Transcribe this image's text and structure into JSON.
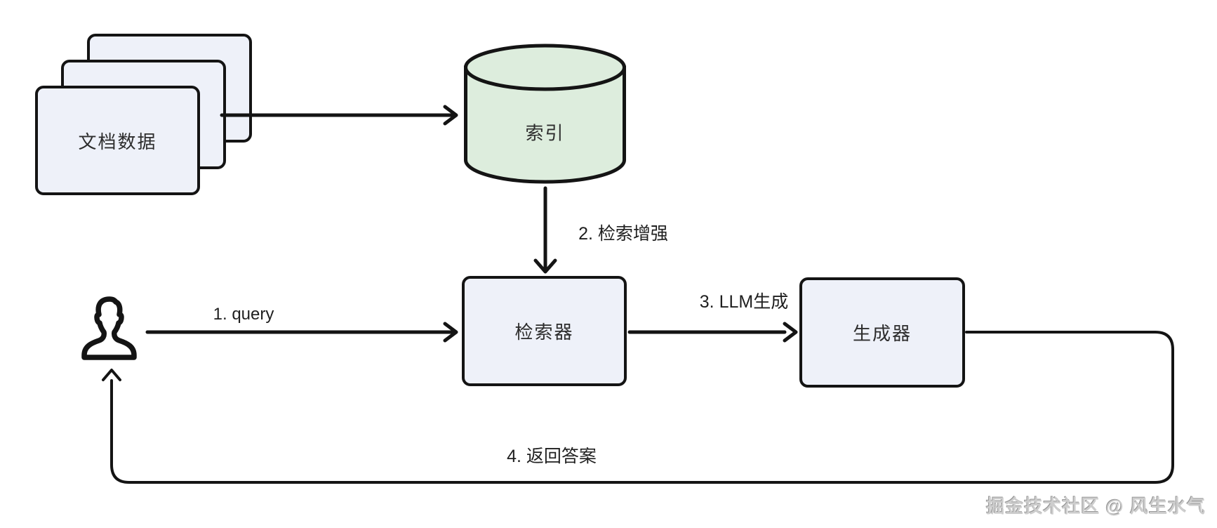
{
  "diagram": {
    "nodes": {
      "documents": {
        "label": "文档数据",
        "shape": "stacked-cards"
      },
      "index": {
        "label": "索引",
        "shape": "cylinder"
      },
      "retriever": {
        "label": "检索器",
        "shape": "rect"
      },
      "generator": {
        "label": "生成器",
        "shape": "rect"
      }
    },
    "edges": {
      "query": {
        "label": "1. query"
      },
      "retrieval": {
        "label": "2. 检索增强"
      },
      "llm": {
        "label": "3. LLM生成"
      },
      "answer": {
        "label": "4. 返回答案"
      }
    },
    "icons": {
      "user": "user-silhouette"
    }
  },
  "watermark": {
    "text": "掘金技术社区 @ 风生水气"
  },
  "colors": {
    "page-bg": "#ffffff",
    "node-fill": "#eef1f9",
    "cylinder-fill": "#ddeddd",
    "stroke": "#141414",
    "label": "#2d2d2d",
    "watermark": "#cdcdcd"
  }
}
